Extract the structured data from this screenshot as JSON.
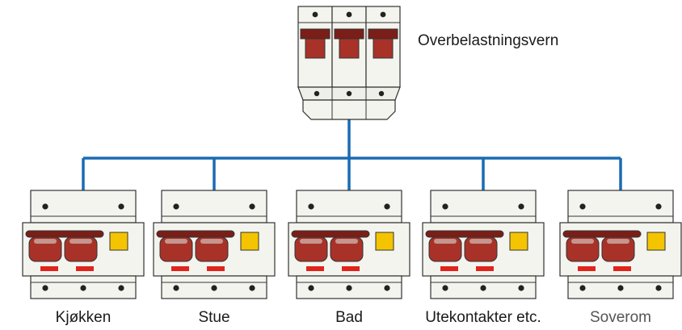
{
  "main_breaker": {
    "label": "Overbelastningsvern",
    "poles": 3
  },
  "bus_color": "#1a6bb3",
  "breaker_colors": {
    "handle": "#a83228",
    "handle_dark": "#7a1f18",
    "led": "#e0241c",
    "knob": "#f5c400"
  },
  "circuits": [
    {
      "label": "Kjøkken",
      "label_color": "#1a1a1a"
    },
    {
      "label": "Stue",
      "label_color": "#1a1a1a"
    },
    {
      "label": "Bad",
      "label_color": "#1a1a1a"
    },
    {
      "label": "Utekontakter etc.",
      "label_color": "#1a1a1a"
    },
    {
      "label": "Soverom",
      "label_color": "#555555"
    }
  ]
}
